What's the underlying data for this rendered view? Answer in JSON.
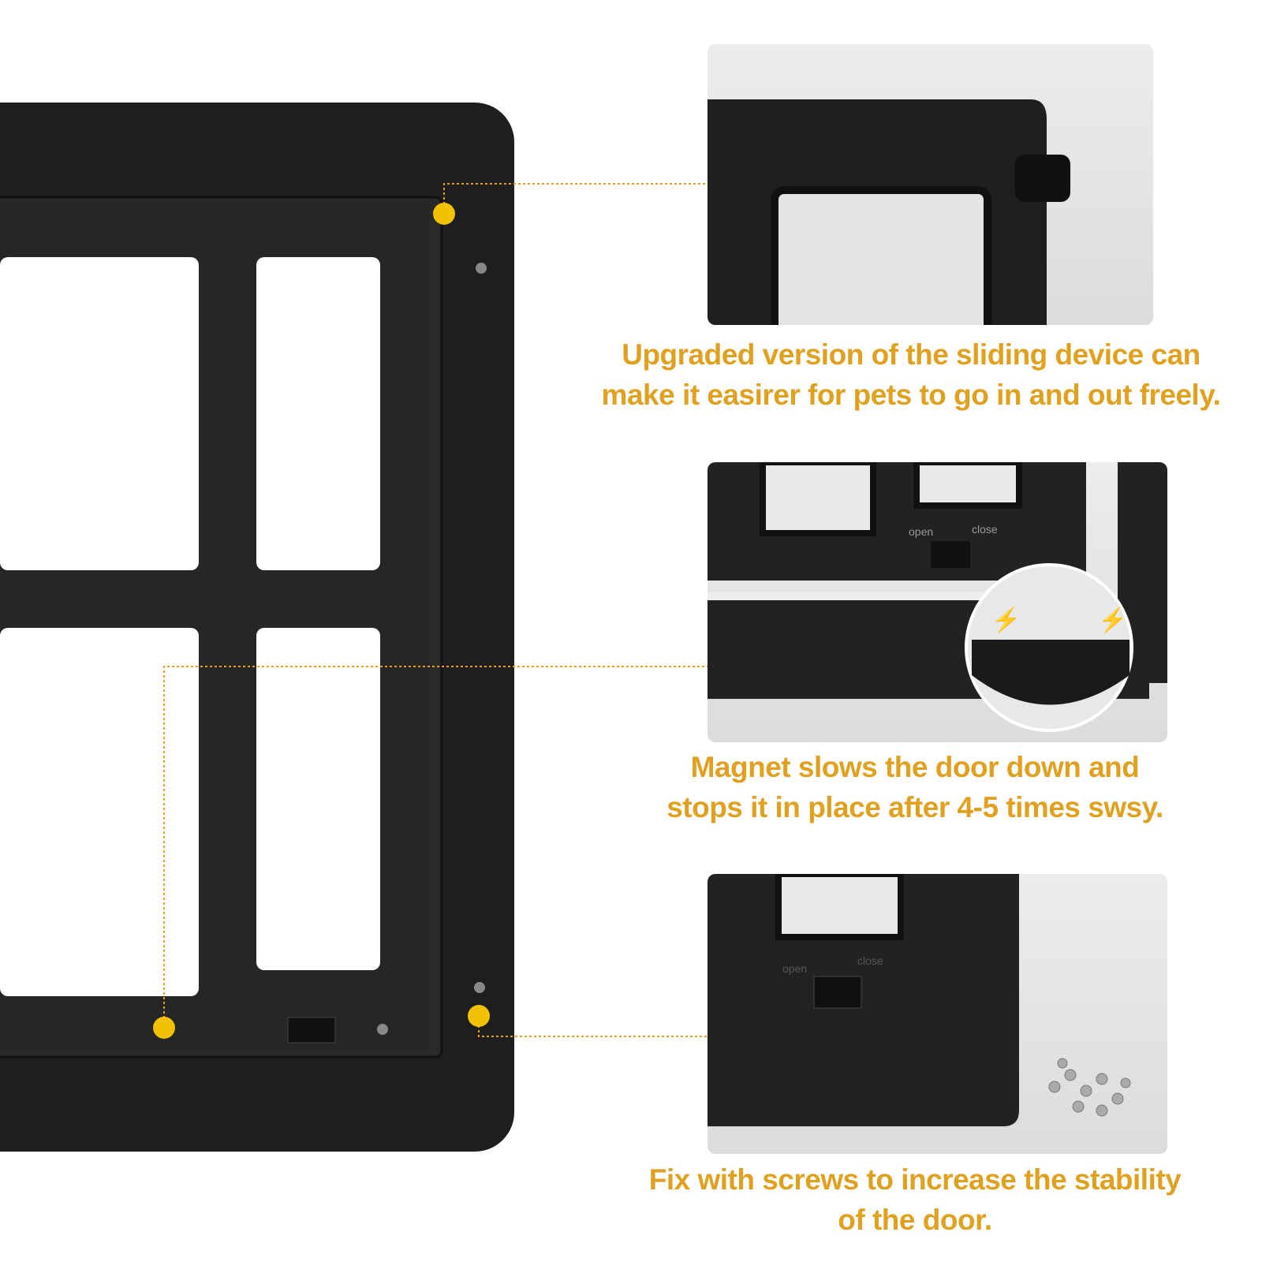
{
  "colors": {
    "accent": "#E0A020",
    "frame": "#1c1c1c",
    "background": "#ffffff"
  },
  "features": [
    {
      "caption_line1": "Upgraded version of the sliding device can",
      "caption_line2": "make it easirer for pets to go in and out freely."
    },
    {
      "caption_line1": "Magnet slows the door down and",
      "caption_line2": "stops it in place after 4-5 times swsy.",
      "label_open": "open",
      "label_close": "close"
    },
    {
      "caption_line1": "Fix with screws to increase the stability",
      "caption_line2": "of the door.",
      "label_open": "open",
      "label_close": "close"
    }
  ]
}
